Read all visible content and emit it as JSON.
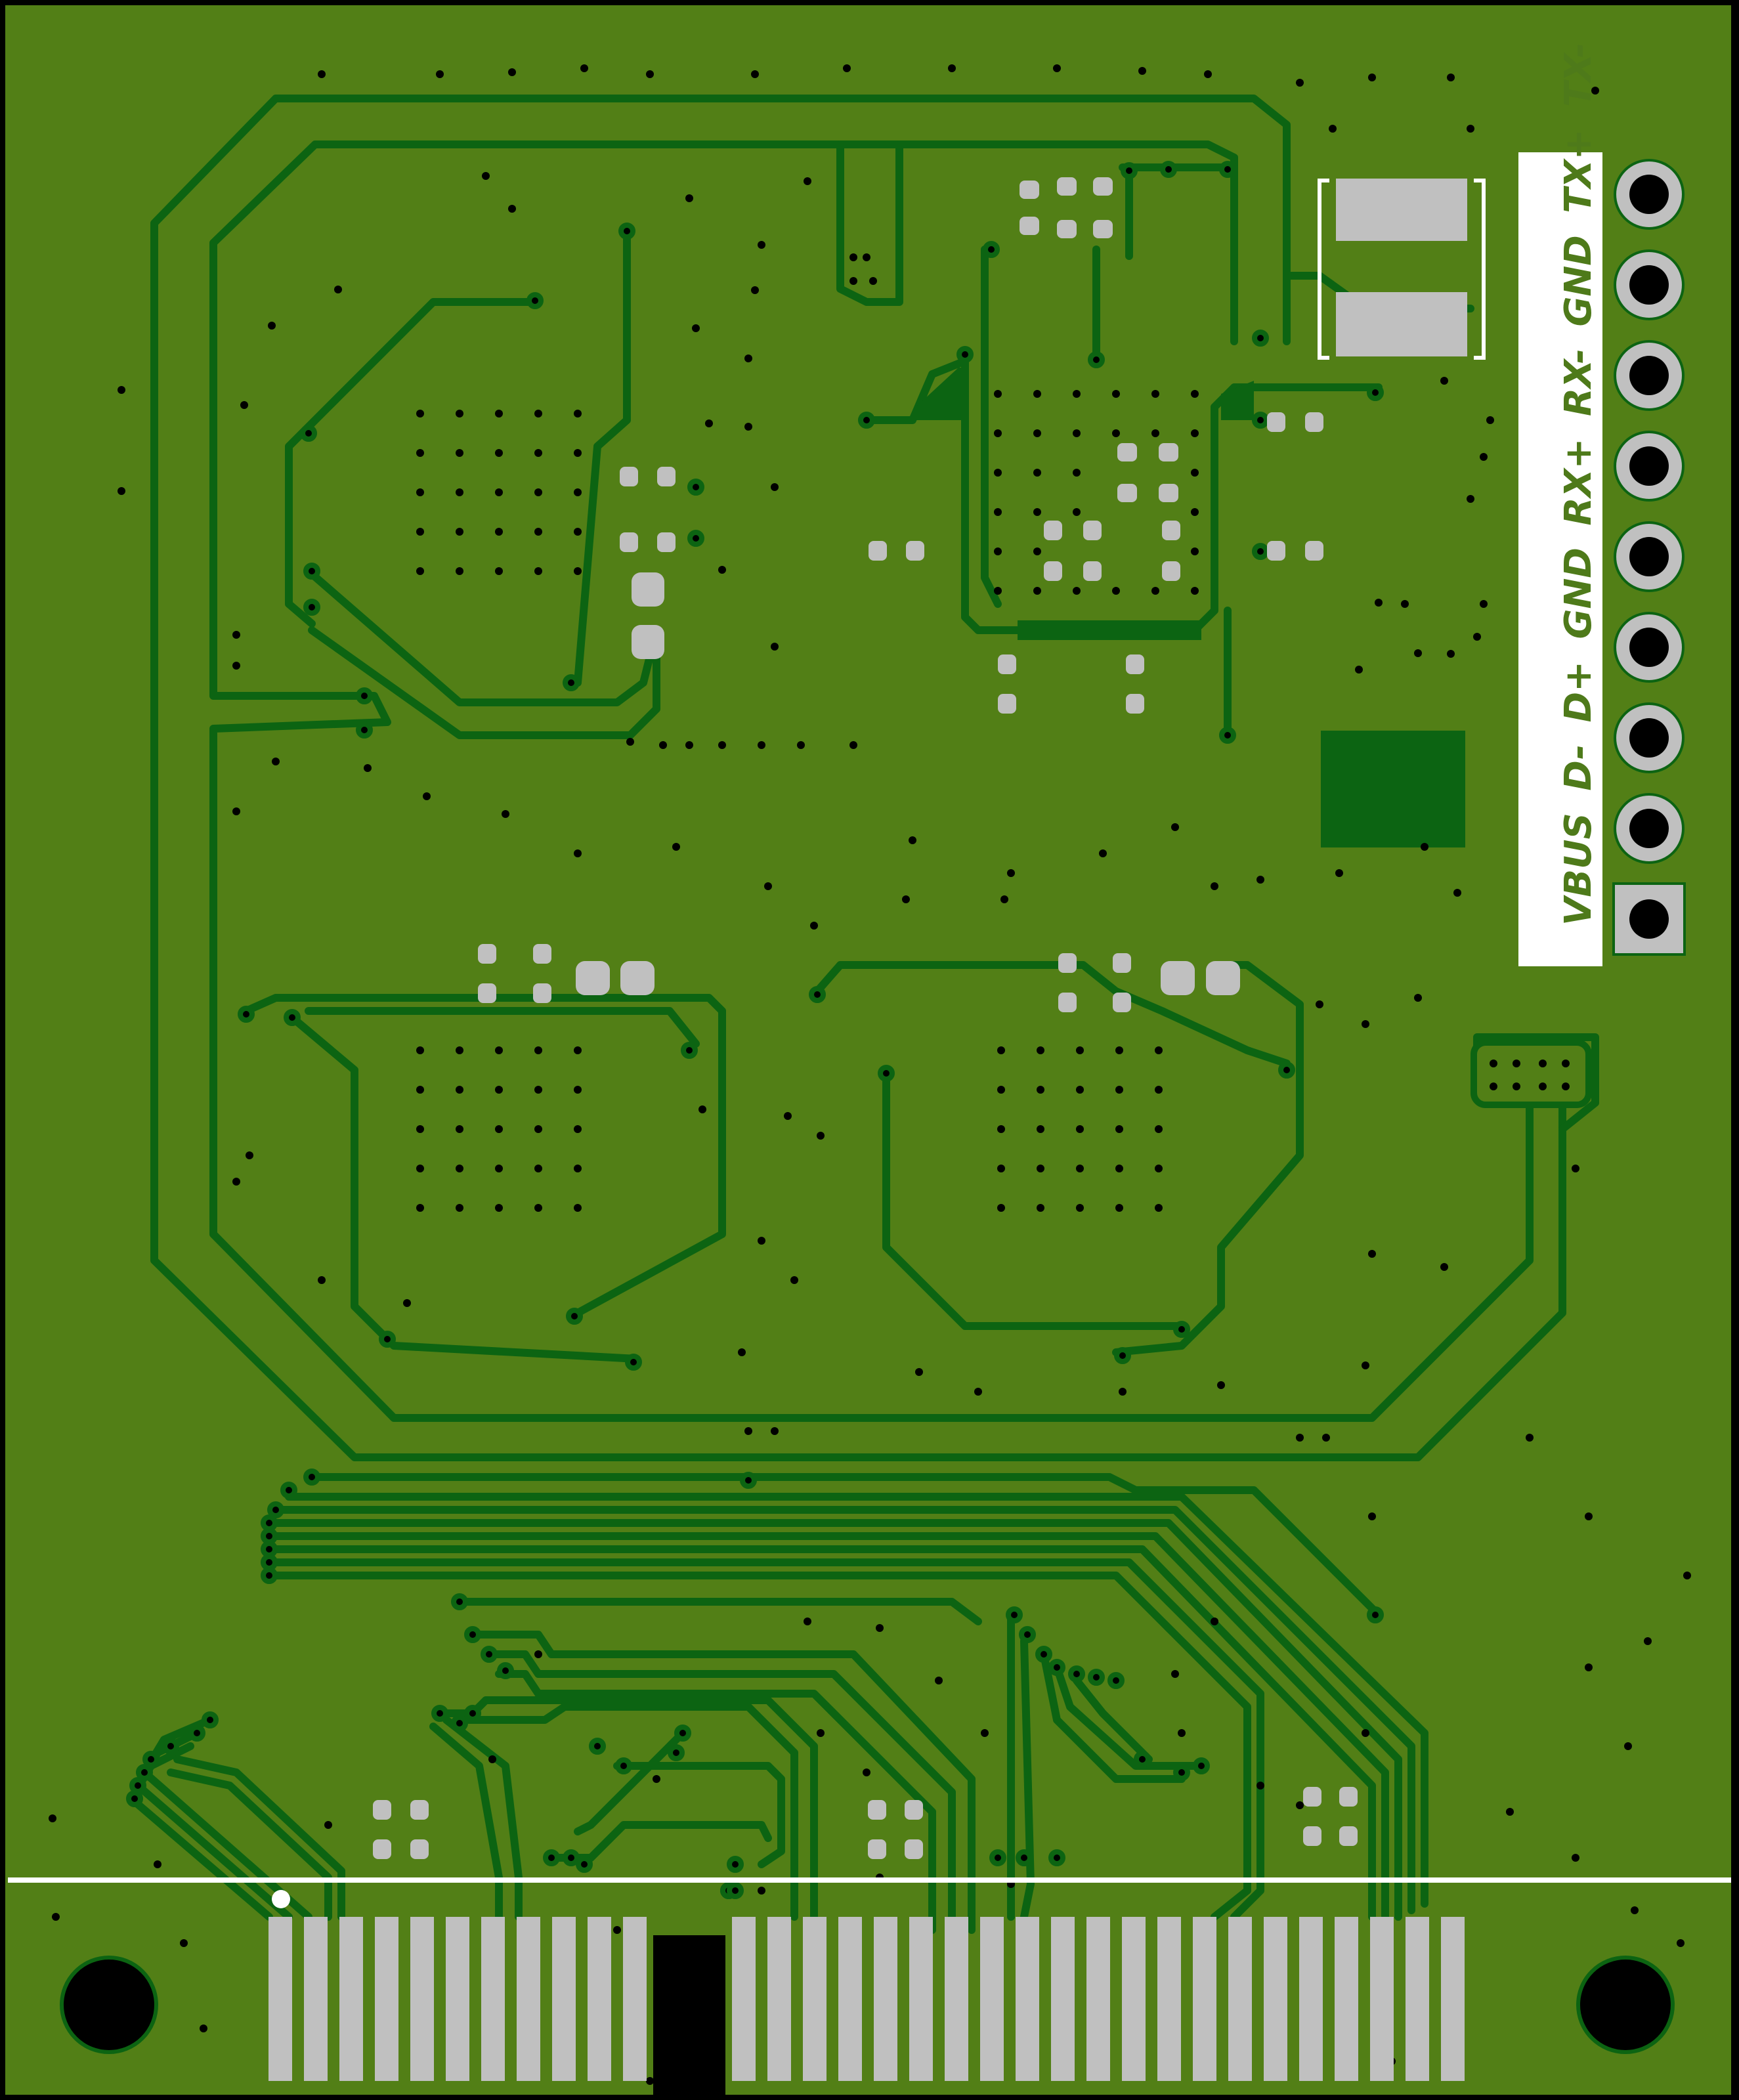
{
  "colors": {
    "board_background": "#000000",
    "copper": "#527f16",
    "trace": "#0c6412",
    "trace_outline": "#0a5c10",
    "pad": "#c0c0c0",
    "silkscreen": "#ffffff",
    "label_text": "#4e7a1a"
  },
  "connector_labels": [
    "VBUS",
    "D-",
    "D+",
    "GND",
    "RX+",
    "RX-",
    "GND",
    "TX+",
    "TX-"
  ]
}
